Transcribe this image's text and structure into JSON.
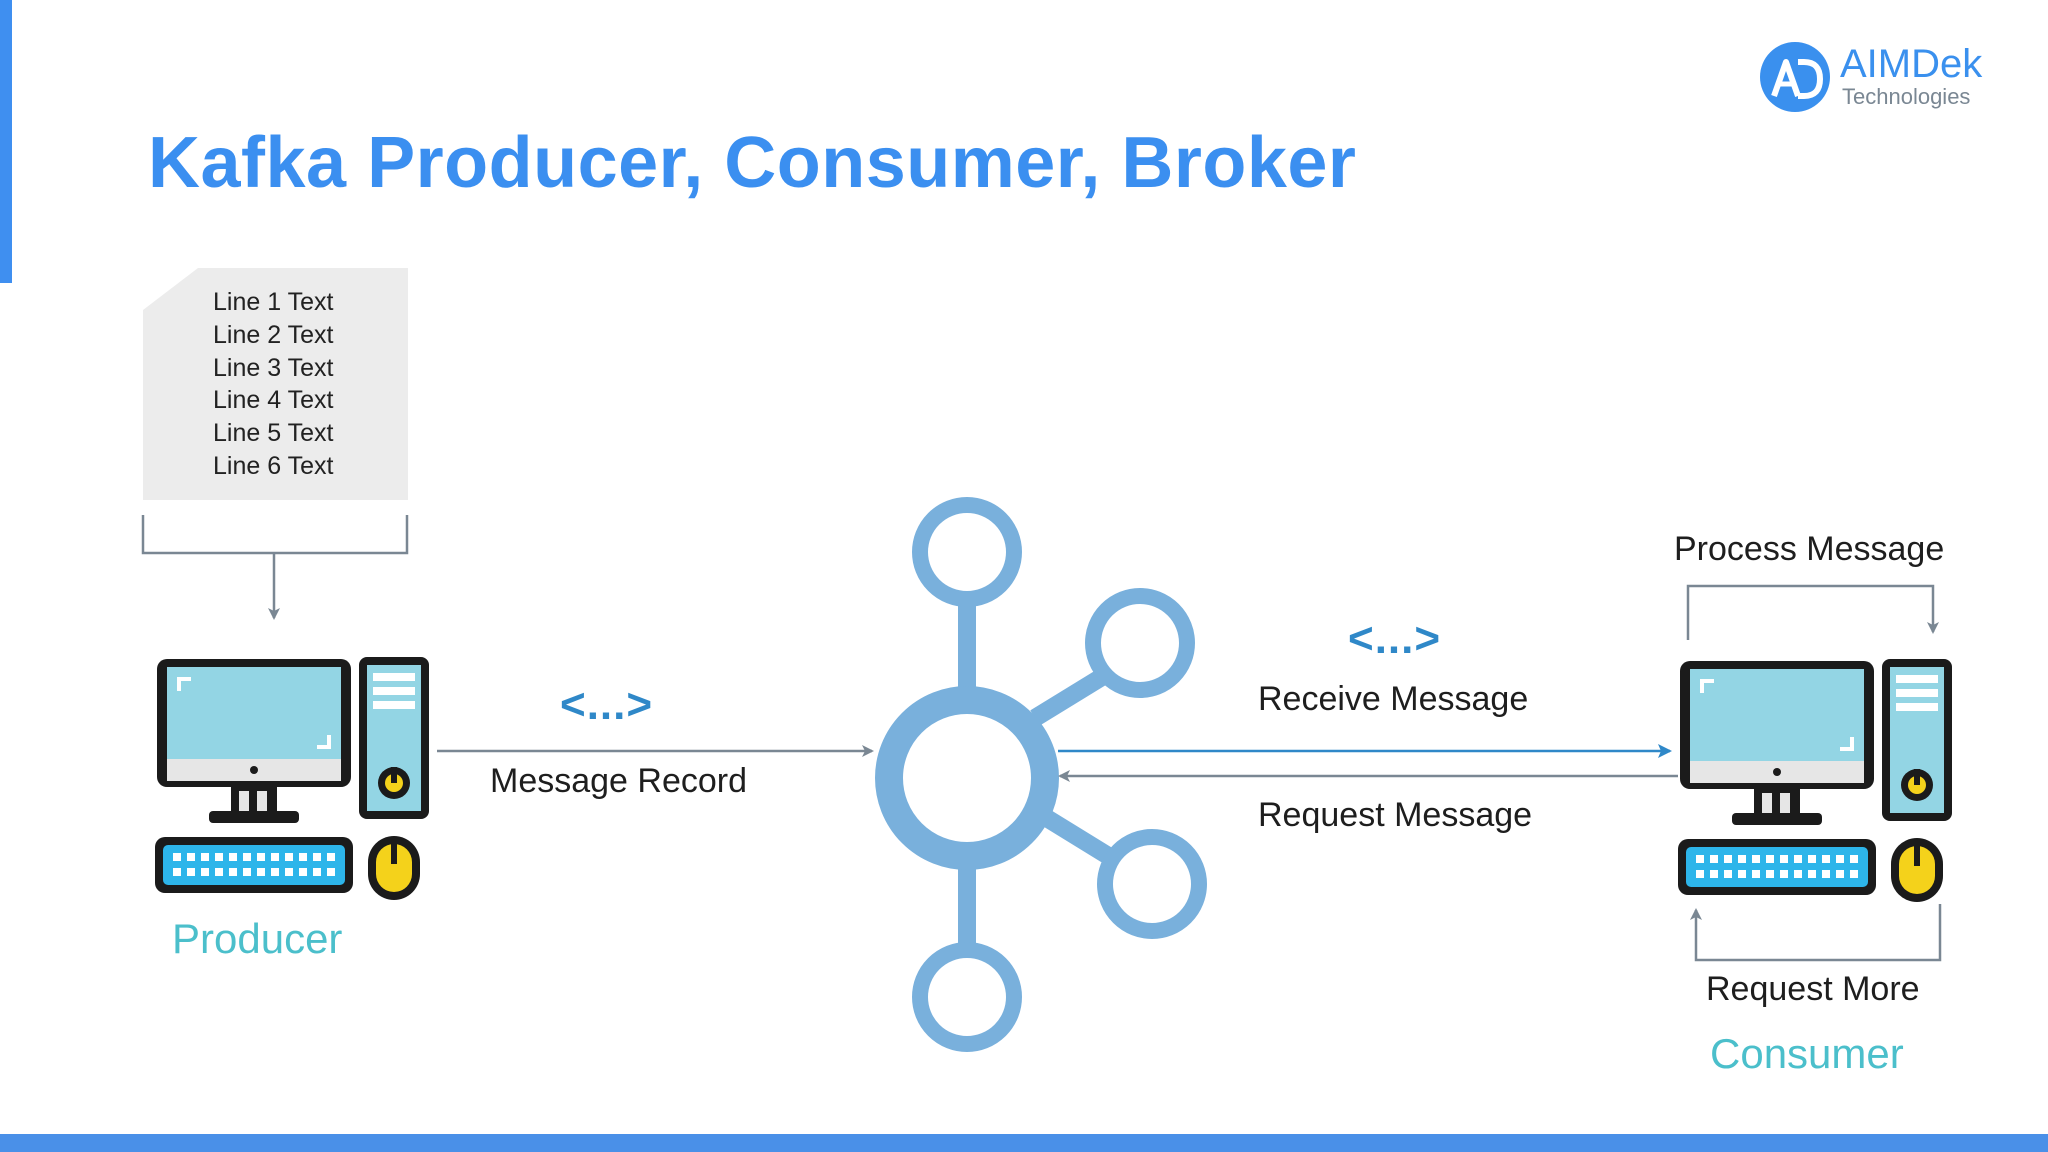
{
  "slide": {
    "title": "Kafka Producer, Consumer, Broker",
    "accent_color": "#3b8ff0",
    "bottom_bar_color": "#4a90e8"
  },
  "logo": {
    "name": "AIMDek",
    "subtitle": "Technologies",
    "mark_text": "AD",
    "color": "#3a90ee"
  },
  "document": {
    "icon": "document-icon",
    "lines": [
      "Line 1 Text",
      "Line 2 Text",
      "Line 3 Text",
      "Line 4 Text",
      "Line 5 Text",
      "Line 6 Text"
    ]
  },
  "producer": {
    "label": "Producer",
    "icon": "computer-icon"
  },
  "broker": {
    "icon": "kafka-broker-icon",
    "color": "#79b0dc"
  },
  "consumer": {
    "label": "Consumer",
    "icon": "computer-icon"
  },
  "edges": {
    "message_record": "Message Record",
    "receive_message": "Receive Message",
    "request_message": "Request Message",
    "process_message": "Process Message",
    "request_more": "Request More",
    "code_symbol": "<...>"
  },
  "colors": {
    "label_role": "#4bbfcb",
    "code_symbol": "#2f88c8",
    "receive_arrow": "#2f88c8",
    "gray_arrow": "#7a8793"
  }
}
